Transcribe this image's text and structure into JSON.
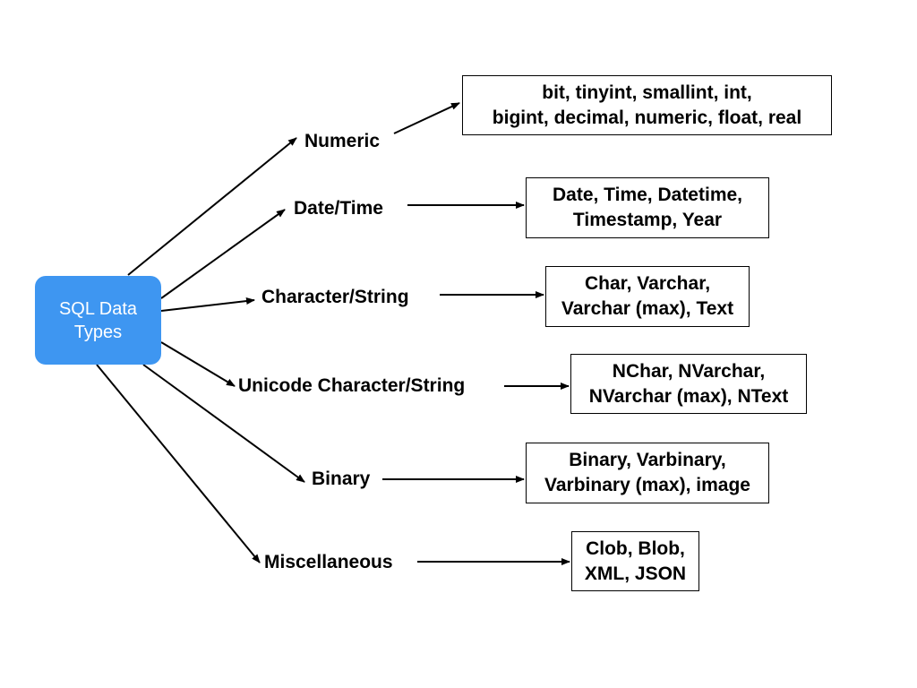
{
  "root": {
    "line1": "SQL Data",
    "line2": "Types"
  },
  "categories": [
    {
      "label": "Numeric",
      "types_line1": "bit, tinyint, smallint, int,",
      "types_line2": "bigint, decimal, numeric, float, real"
    },
    {
      "label": "Date/Time",
      "types_line1": "Date, Time, Datetime,",
      "types_line2": "Timestamp, Year"
    },
    {
      "label": "Character/String",
      "types_line1": "Char, Varchar,",
      "types_line2": "Varchar (max), Text"
    },
    {
      "label": "Unicode Character/String",
      "types_line1": "NChar, NVarchar,",
      "types_line2": "NVarchar (max), NText"
    },
    {
      "label": "Binary",
      "types_line1": "Binary, Varbinary,",
      "types_line2": "Varbinary (max), image"
    },
    {
      "label": "Miscellaneous",
      "types_line1": "Clob, Blob,",
      "types_line2": "XML, JSON"
    }
  ],
  "colors": {
    "root_fill": "#3e96f1",
    "line": "#000000"
  }
}
